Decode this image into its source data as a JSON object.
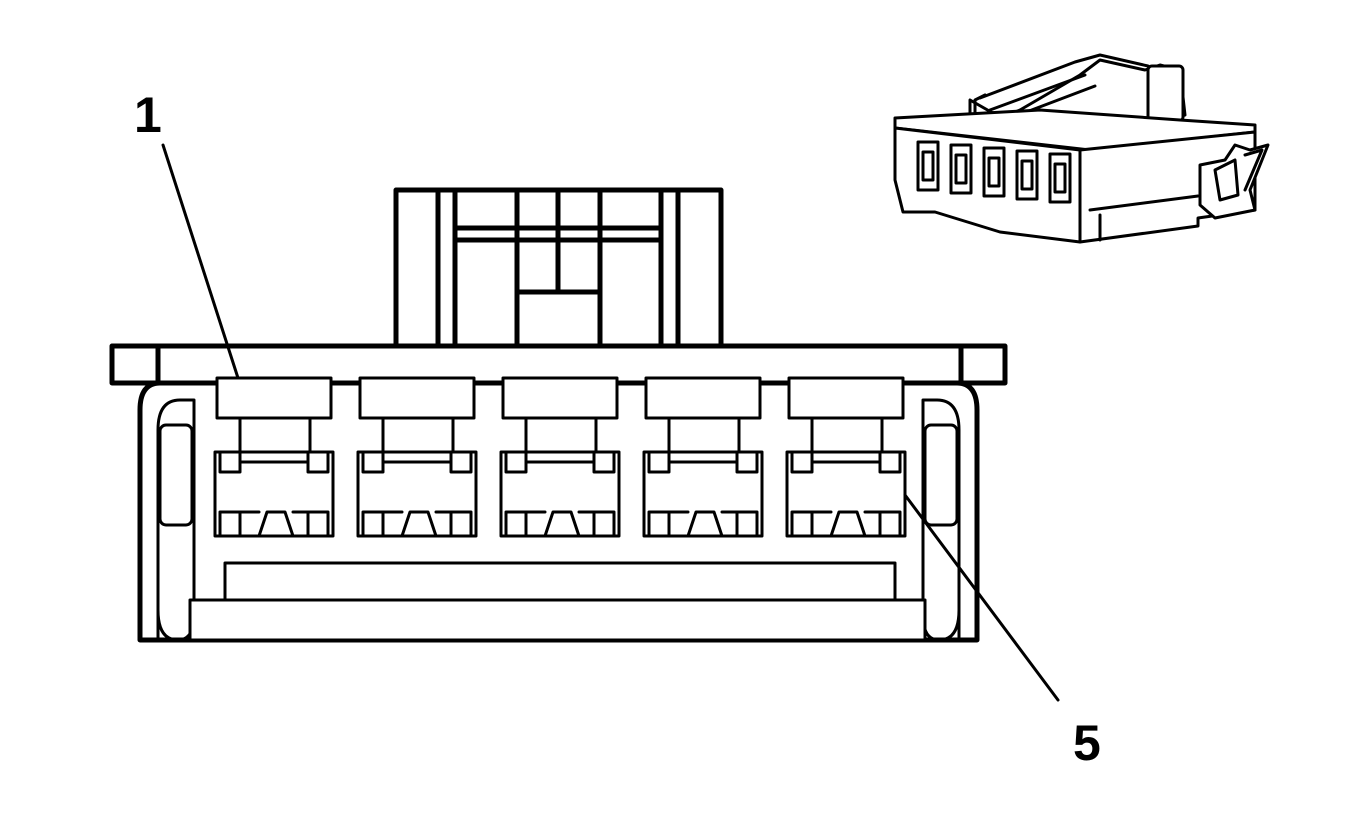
{
  "diagram": {
    "callouts": [
      {
        "id": "pin-1",
        "label": "1"
      },
      {
        "id": "pin-5",
        "label": "5"
      }
    ],
    "cavity_count": 5,
    "colors": {
      "line": "#000000",
      "background": "#ffffff"
    }
  }
}
